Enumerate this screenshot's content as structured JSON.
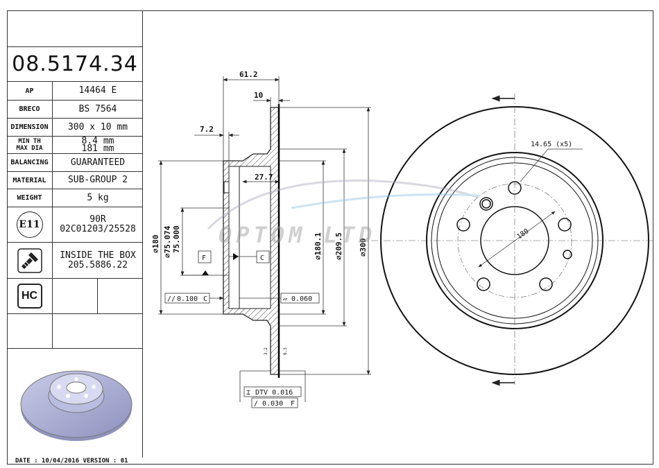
{
  "part_number": "08.5174.34",
  "specs": [
    {
      "label": "AP",
      "value": "14464 E"
    },
    {
      "label": "BRECO",
      "value": "BS 7564"
    },
    {
      "label": "DIMENSION",
      "value": "300 x 10 mm"
    },
    {
      "label": "MIN TH",
      "label2": "MAX DIA",
      "value": "8.4 mm",
      "value2": "181 mm"
    },
    {
      "label": "BALANCING",
      "value": "GUARANTEED"
    },
    {
      "label": "MATERIAL",
      "value": "SUB-GROUP 2"
    },
    {
      "label": "WEIGHT",
      "value": "5 kg"
    }
  ],
  "approval": {
    "badge": "E11",
    "line1": "90R",
    "line2": "02C01203/25528"
  },
  "screws": {
    "line1": "INSIDE THE BOX",
    "line2": "205.5886.22"
  },
  "hc_badge": "HC",
  "footer": "DATE : 10/04/2016 VERSION : 01",
  "watermark": "OPTOM LTD",
  "section_view": {
    "dim_total_width": "61.2",
    "dim_thickness": "10",
    "dim_hat_wall": "7.2",
    "dim_hat_depth": "27.7",
    "dia_hat": "⌀180",
    "dia_bore_max": "⌀75.074",
    "dia_bore_min": "75.000",
    "dia_inner": "⌀180.1",
    "dia_friction": "⌀209.5",
    "dia_outer": "⌀300",
    "datum_f": "F",
    "datum_c": "C",
    "tol_parallel": "0.100",
    "tol_parallel_ref": "C",
    "tol_flatness": "0.060",
    "tol_dtv": "DTV 0.016",
    "tol_runout": "0.030",
    "tol_runout_ref": "F",
    "roughness_left": "3.2",
    "roughness_right": "6.3"
  },
  "front_view": {
    "bolt_holes": "14.65 (x5)",
    "pcd": "180"
  }
}
